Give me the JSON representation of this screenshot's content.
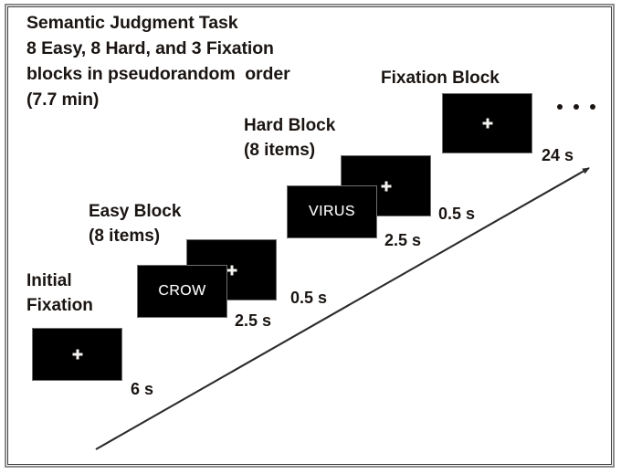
{
  "figure": {
    "title": "Semantic Judgment Task",
    "description_lines": [
      "8 Easy, 8 Hard, and 3 Fixation",
      "blocks in pseudorandom  order",
      "(7.7 min)"
    ],
    "ellipsis": "..."
  },
  "labels": {
    "initial_fixation_line1": "Initial",
    "initial_fixation_line2": "Fixation",
    "easy_block_line1": "Easy Block",
    "easy_block_line2": "(8 items)",
    "hard_block_line1": "Hard Block",
    "hard_block_line2": "(8 items)",
    "fixation_block": "Fixation Block"
  },
  "durations": {
    "initial_fixation": "6 s",
    "easy_word": "2.5 s",
    "easy_cross": "0.5 s",
    "hard_word": "2.5 s",
    "hard_cross": "0.5 s",
    "fixation_block": "24 s"
  },
  "stimuli": {
    "initial_fixation_cross": "+",
    "easy_word": "CROW",
    "easy_cross": "+",
    "hard_word": "VIRUS",
    "hard_cross": "+",
    "fixation_block_cross": "+"
  },
  "colors": {
    "screen_background": "#000000",
    "screen_text": "#ffffff",
    "page_background": "#ffffff",
    "text": "#1a1512",
    "frame_border": "#3a3a3a"
  }
}
